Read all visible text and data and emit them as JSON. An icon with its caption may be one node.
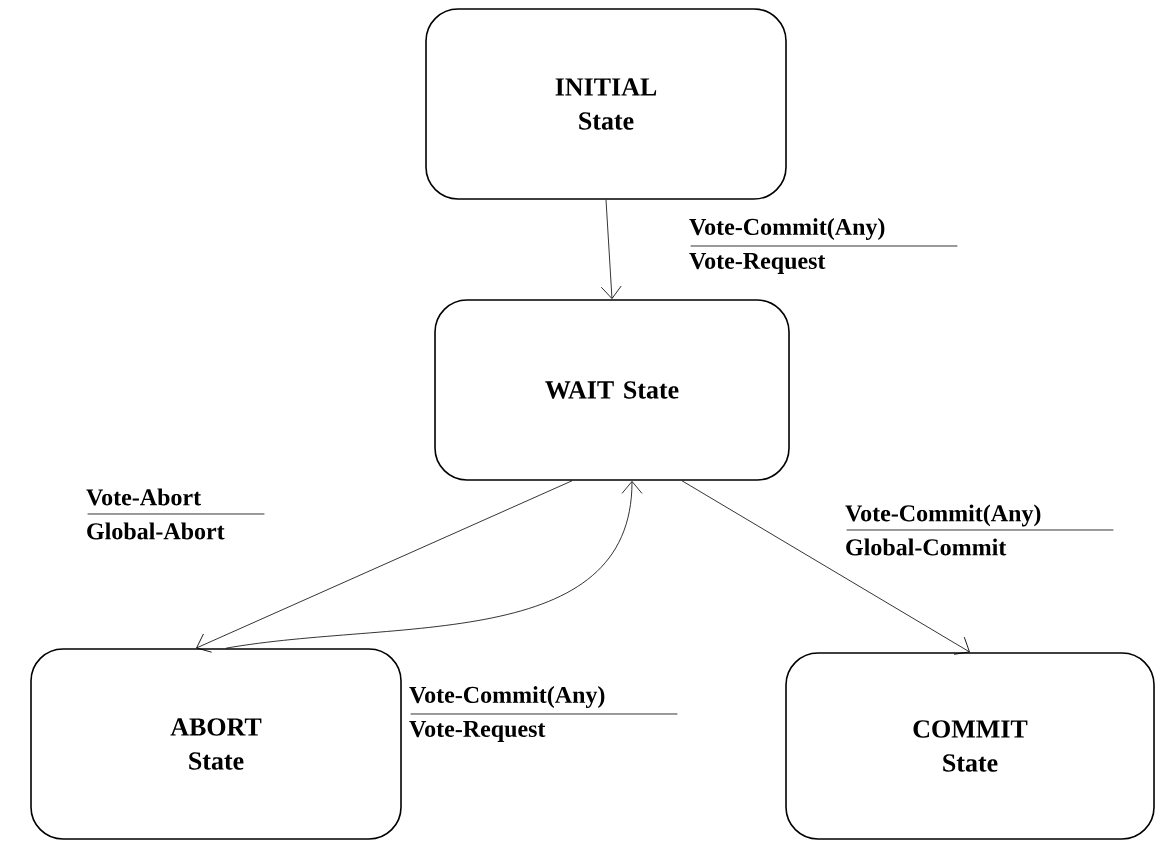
{
  "diagram": {
    "nodes": [
      {
        "text": [
          "INITIAL State"
        ]
      },
      {
        "text": [
          "WAIT State"
        ]
      },
      {
        "text": [
          "ABORT State"
        ]
      },
      {
        "text": [
          "COMMIT State"
        ]
      }
    ],
    "edges": [
      {
        "from": 0,
        "to": 1,
        "arrow": "to",
        "label": "Vote-Commit(Any) Vote-Request"
      },
      {
        "from": 1,
        "to": 2,
        "arrow": "to",
        "label": "Vote-Abort Global-Abort"
      },
      {
        "from": 2,
        "to": 1,
        "arrow": "to",
        "label": "Vote-Commit(Any) Vote-Request"
      },
      {
        "from": 1,
        "to": 3,
        "arrow": "to",
        "label": "Vote-Commit(Any) Global-Commit"
      }
    ]
  }
}
